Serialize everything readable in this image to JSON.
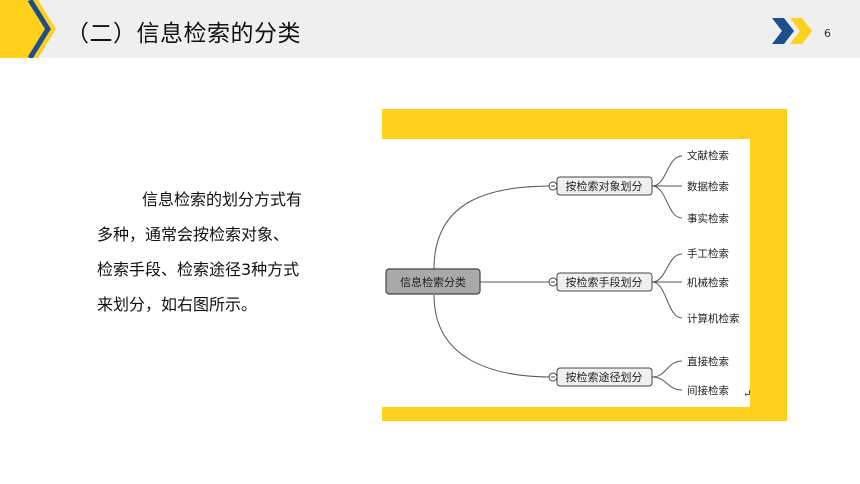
{
  "header": {
    "title": "（二）信息检索的分类",
    "page_number": "6"
  },
  "content": {
    "line1": "信息检索的划分方式有",
    "line2": "多种，通常会按检索对象、",
    "line3": "检索手段、检索途径3种方式",
    "line4": "来划分，如右图所示。"
  },
  "mindmap": {
    "root": "信息检索分类",
    "branches": [
      {
        "label": "按检索对象划分",
        "leaves": [
          "文献检索",
          "数据检索",
          "事实检索"
        ]
      },
      {
        "label": "按检索手段划分",
        "leaves": [
          "手工检索",
          "机械检索",
          "计算机检索"
        ]
      },
      {
        "label": "按检索途径划分",
        "leaves": [
          "直接检索",
          "间接检索"
        ]
      }
    ],
    "marker": "↵"
  },
  "colors": {
    "accent_yellow": "#ffd11c",
    "accent_blue": "#1f4e8c",
    "header_bg": "#efefef"
  }
}
